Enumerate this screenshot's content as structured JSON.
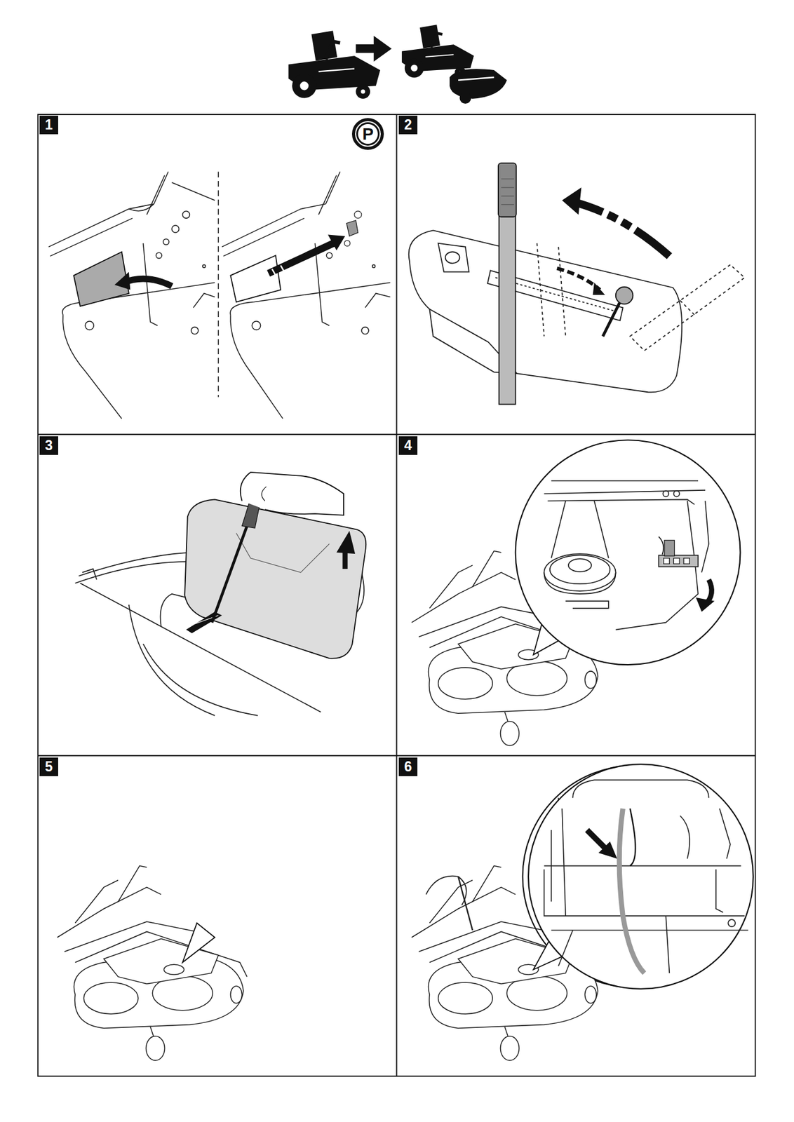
{
  "diagram": {
    "nodes": [
      {
        "text": [
          "1"
        ]
      },
      {
        "text": [
          "P"
        ]
      },
      {
        "text": [
          "2"
        ]
      },
      {
        "text": [
          "3"
        ]
      },
      {
        "text": [
          "4"
        ]
      },
      {
        "text": [
          "5"
        ]
      },
      {
        "text": [
          "6"
        ]
      }
    ]
  }
}
